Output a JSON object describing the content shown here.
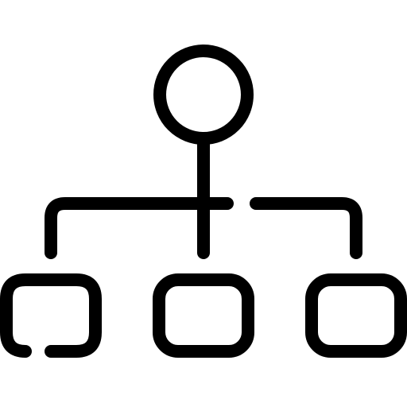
{
  "icon": {
    "name": "hierarchy-icon",
    "stroke_color": "#000000",
    "background_color": "#ffffff",
    "nodes": {
      "root": "circle",
      "children": [
        "box",
        "box",
        "box"
      ]
    }
  }
}
